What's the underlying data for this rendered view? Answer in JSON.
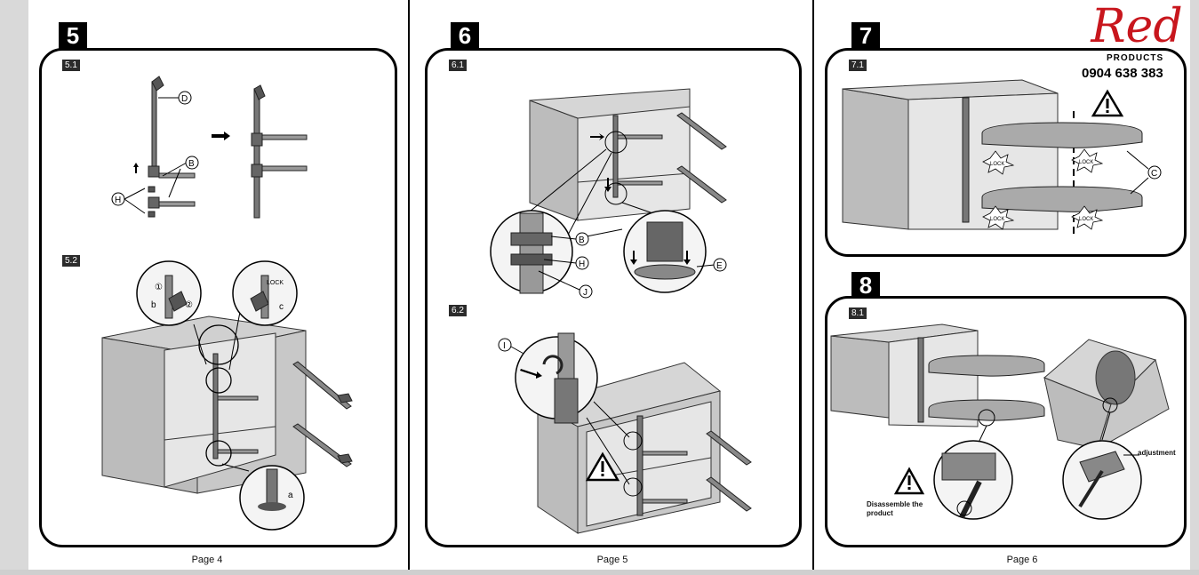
{
  "pages": [
    {
      "step": "5",
      "footer": "Page 4",
      "sub_a": "5.1",
      "sub_b": "5.2"
    },
    {
      "step": "6",
      "footer": "Page 5",
      "sub_a": "6.1",
      "sub_b": "6.2"
    },
    {
      "step": "7",
      "footer": "Page 6",
      "sub_a": "7.1"
    }
  ],
  "step8": {
    "step": "8",
    "sub_a": "8.1"
  },
  "labels": {
    "D": "D",
    "B": "B",
    "H": "H",
    "E": "E",
    "J": "J",
    "I": "I",
    "C": "C",
    "a": "a",
    "b": "b",
    "c": "c",
    "one": "①",
    "two": "②",
    "lock": "LOCK"
  },
  "notes": {
    "disassemble": "Disassemble the product",
    "adjustment": "adjustment"
  },
  "brand": {
    "name": "Red",
    "sub": "PRODUCTS",
    "phone": "0904 638 383"
  },
  "colors": {
    "brand_red": "#c8161d",
    "cabinet_gray": "#c8c8c8",
    "steel": "#666666"
  }
}
